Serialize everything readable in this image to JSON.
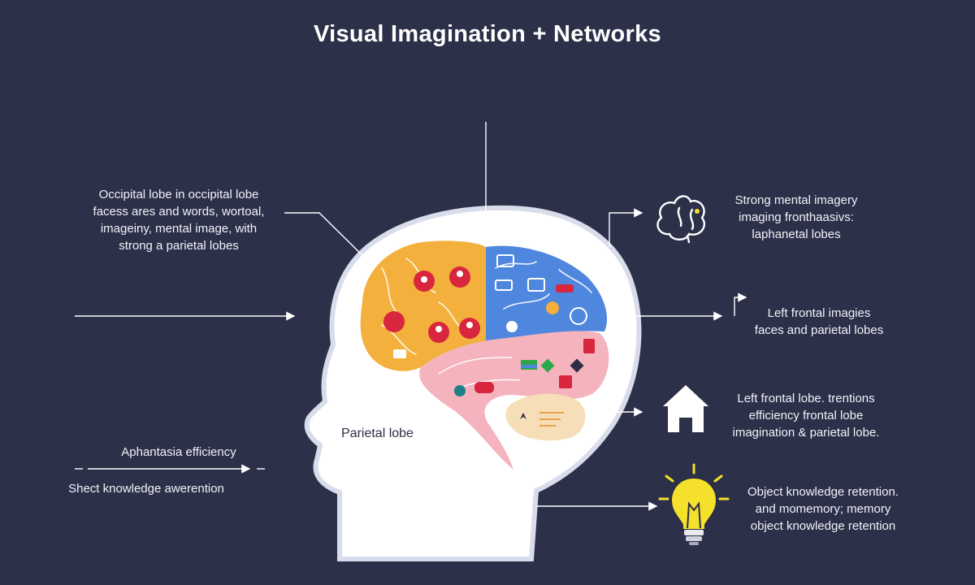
{
  "title": "Visual Imagination + Networks",
  "brain_caption": "Parietal lobe",
  "annotations": {
    "top_left": [
      "Occipital lobe in occipital lobe",
      "facess ares and words, wortoal,",
      "imageiny, mental image, with",
      "strong a parietal lobes"
    ],
    "bottom_left_1": "Aphantasia efficiency",
    "bottom_left_2": "Shect knowledge awerention",
    "right_1": [
      "Strong mental imagery",
      "imaging fronthaasivs:",
      "laphanetal lobes"
    ],
    "right_2": [
      "Left frontal imagies",
      "faces and parietal lobes"
    ],
    "right_3": [
      "Left frontal lobe. trentions",
      "efficiency frontal lobe",
      "imagination & parietal lobe."
    ],
    "right_4": [
      "Object knowledge retention.",
      "and momemory; memory",
      "object knowledge retention"
    ]
  },
  "colors": {
    "background": "#2c3049",
    "head": "#ffffff",
    "occipital": "#f3b03c",
    "frontal": "#4f86de",
    "temporal": "#f4b3bd",
    "cerebellum": "#f6dfb8",
    "bulb": "#f5e12c",
    "icon_red": "#d7263d"
  },
  "icons": [
    "brain-icon",
    "house-icon",
    "lightbulb-icon",
    "person-icon",
    "bulb-icon",
    "image-icon"
  ]
}
